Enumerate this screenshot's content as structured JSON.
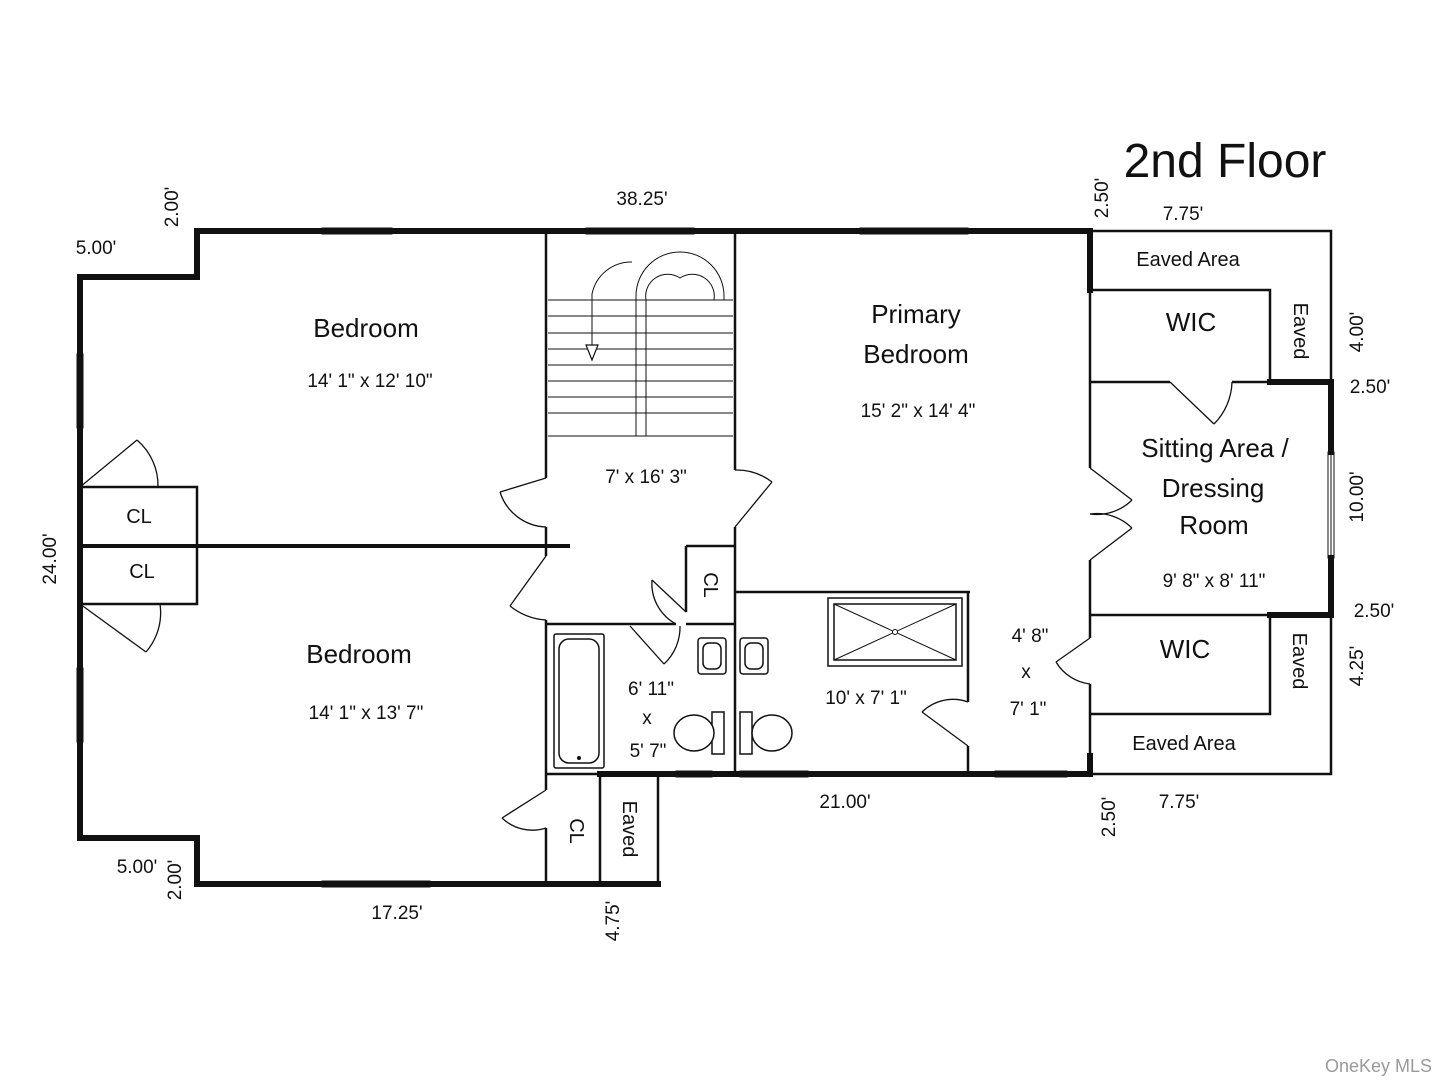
{
  "title": "2nd Floor",
  "rooms": {
    "bedroom_upper": {
      "name": "Bedroom",
      "size": "14' 1\" x 12' 10\""
    },
    "bedroom_lower": {
      "name": "Bedroom",
      "size": "14' 1\" x 13' 7\""
    },
    "primary": {
      "name_line1": "Primary",
      "name_line2": "Bedroom",
      "size": "15' 2\" x 14' 4\""
    },
    "hall": {
      "size": "7' x 16' 3\""
    },
    "sitting": {
      "name_line1": "Sitting Area /",
      "name_line2": "Dressing",
      "name_line3": "Room",
      "size": "9' 8\" x 8' 11\""
    },
    "bath_hall": {
      "size_line1": "6' 11\"",
      "size_line2": "x",
      "size_line3": "5' 7\""
    },
    "bath_primary": {
      "size": "10' x 7' 1\""
    },
    "passage": {
      "size_line1": "4' 8\"",
      "size_line2": "x",
      "size_line3": "7' 1\""
    },
    "wic_upper": "WIC",
    "wic_lower": "WIC",
    "cl_upper": "CL",
    "cl_lower": "CL",
    "cl_hall": "CL",
    "cl_bottom": "CL",
    "eaved_area_top": "Eaved Area",
    "eaved_area_bottom": "Eaved Area",
    "eaved_upper": "Eaved",
    "eaved_lower": "Eaved",
    "eaved_bottom": "Eaved"
  },
  "dimensions": {
    "top_main": "38.25'",
    "top_right": "7.75'",
    "top_right_step": "2.50'",
    "left_step_top": "5.00'",
    "left_step_top_v": "2.00'",
    "left_total": "24.00'",
    "left_step_bottom": "5.00'",
    "left_step_bottom_v": "2.00'",
    "bottom_left": "17.25'",
    "bottom_step": "4.75'",
    "bottom_mid": "21.00'",
    "bottom_right_step": "2.50'",
    "bottom_right": "7.75'",
    "right_upper": "4.00'",
    "right_step_upper": "2.50'",
    "right_mid": "10.00'",
    "right_step_lower": "2.50'",
    "right_lower": "4.25'"
  },
  "watermark": "OneKey MLS"
}
